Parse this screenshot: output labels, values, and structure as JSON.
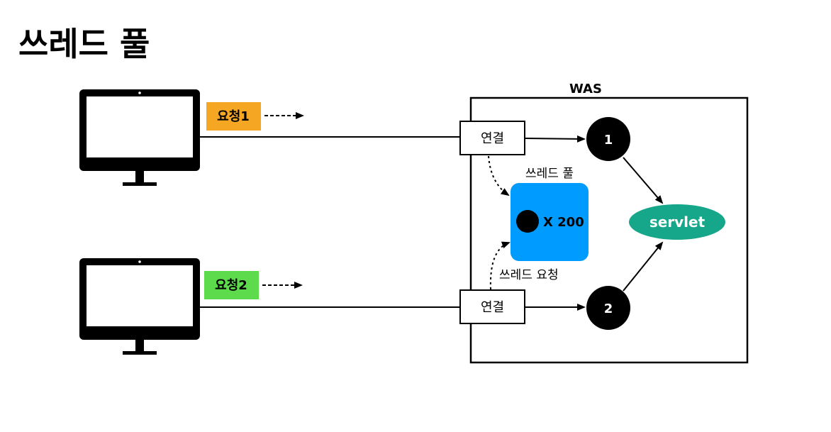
{
  "title": "쓰레드 풀",
  "was": {
    "label": "WAS"
  },
  "clients": [
    {
      "request_label": "요청1",
      "request_color": "#F5A623"
    },
    {
      "request_label": "요청2",
      "request_color": "#5DDB4D"
    }
  ],
  "connection_label": "연결",
  "thread_pool": {
    "label": "쓰레드 풀",
    "count_label": "X 200",
    "color": "#009BFF"
  },
  "thread_request_label": "쓰레드 요청",
  "threads": [
    {
      "label": "1"
    },
    {
      "label": "2"
    }
  ],
  "servlet": {
    "label": "servlet",
    "color": "#16A689"
  }
}
